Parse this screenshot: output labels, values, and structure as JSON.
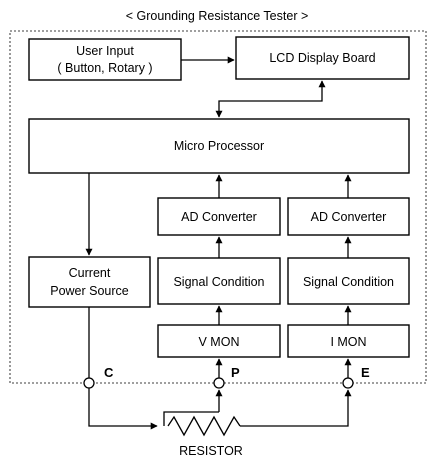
{
  "title": "< Grounding Resistance Tester >",
  "blocks": {
    "user_input": {
      "line1": "User Input",
      "line2": "( Button, Rotary )"
    },
    "lcd": {
      "label": "LCD Display Board"
    },
    "micro": {
      "label": "Micro Processor"
    },
    "adc_v": {
      "label": "AD Converter"
    },
    "adc_i": {
      "label": "AD Converter"
    },
    "power": {
      "line1": "Current",
      "line2": "Power Source"
    },
    "sig_v": {
      "label": "Signal Condition"
    },
    "sig_i": {
      "label": "Signal Condition"
    },
    "vmon": {
      "label": "V MON"
    },
    "imon": {
      "label": "I MON"
    }
  },
  "terminals": {
    "c": "C",
    "p": "P",
    "e": "E"
  },
  "resistor": {
    "label": "RESISTOR"
  }
}
